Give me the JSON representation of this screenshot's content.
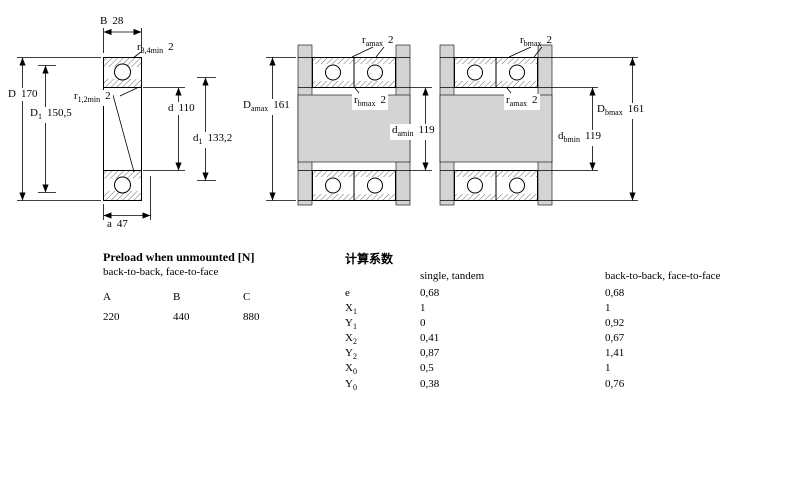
{
  "left_drawing": {
    "dim_B": {
      "base": "B",
      "value": "28"
    },
    "dim_r34": {
      "base": "r",
      "sub": "3,4min",
      "value": "2"
    },
    "dim_D": {
      "base": "D",
      "value": "170"
    },
    "dim_D1": {
      "base": "D",
      "sub": "1",
      "value": "150,5"
    },
    "dim_r12": {
      "base": "r",
      "sub": "1,2min",
      "value": "2"
    },
    "dim_d": {
      "base": "d",
      "value": "110"
    },
    "dim_d1": {
      "base": "d",
      "sub": "1",
      "value": "133,2"
    },
    "dim_a": {
      "base": "a",
      "value": "47"
    }
  },
  "pair_drawing_left": {
    "dim_r_top": {
      "base": "r",
      "sub": "amax",
      "value": "2"
    },
    "dim_D_outer": {
      "base": "D",
      "sub": "amax",
      "value": "161"
    },
    "dim_r_mid": {
      "base": "r",
      "sub": "bmax",
      "value": "2"
    },
    "dim_d_inner": {
      "base": "d",
      "sub": "amin",
      "value": "119"
    }
  },
  "pair_drawing_right": {
    "dim_r_top": {
      "base": "r",
      "sub": "bmax",
      "value": "2"
    },
    "dim_r_mid": {
      "base": "r",
      "sub": "amax",
      "value": "2"
    },
    "dim_D_outer": {
      "base": "D",
      "sub": "bmax",
      "value": "161"
    },
    "dim_d_inner": {
      "base": "d",
      "sub": "bmin",
      "value": "119"
    }
  },
  "preload_table": {
    "title": "Preload when unmounted [N]",
    "subtitle": "back-to-back, face-to-face",
    "columns": [
      "A",
      "B",
      "C"
    ],
    "values": [
      "220",
      "440",
      "880"
    ]
  },
  "factors_table": {
    "title": "计算系数",
    "col_headers": [
      "single, tandem",
      "back-to-back, face-to-face"
    ],
    "rows": [
      {
        "base": "e",
        "sub": "",
        "single_tandem": "0,68",
        "btb_ftf": "0,68"
      },
      {
        "base": "X",
        "sub": "1",
        "single_tandem": "1",
        "btb_ftf": "1"
      },
      {
        "base": "Y",
        "sub": "1",
        "single_tandem": "0",
        "btb_ftf": "0,92"
      },
      {
        "base": "X",
        "sub": "2",
        "single_tandem": "0,41",
        "btb_ftf": "0,67"
      },
      {
        "base": "Y",
        "sub": "2",
        "single_tandem": "0,87",
        "btb_ftf": "1,41"
      },
      {
        "base": "X",
        "sub": "0",
        "single_tandem": "0,5",
        "btb_ftf": "1"
      },
      {
        "base": "Y",
        "sub": "0",
        "single_tandem": "0,38",
        "btb_ftf": "0,76"
      }
    ]
  }
}
